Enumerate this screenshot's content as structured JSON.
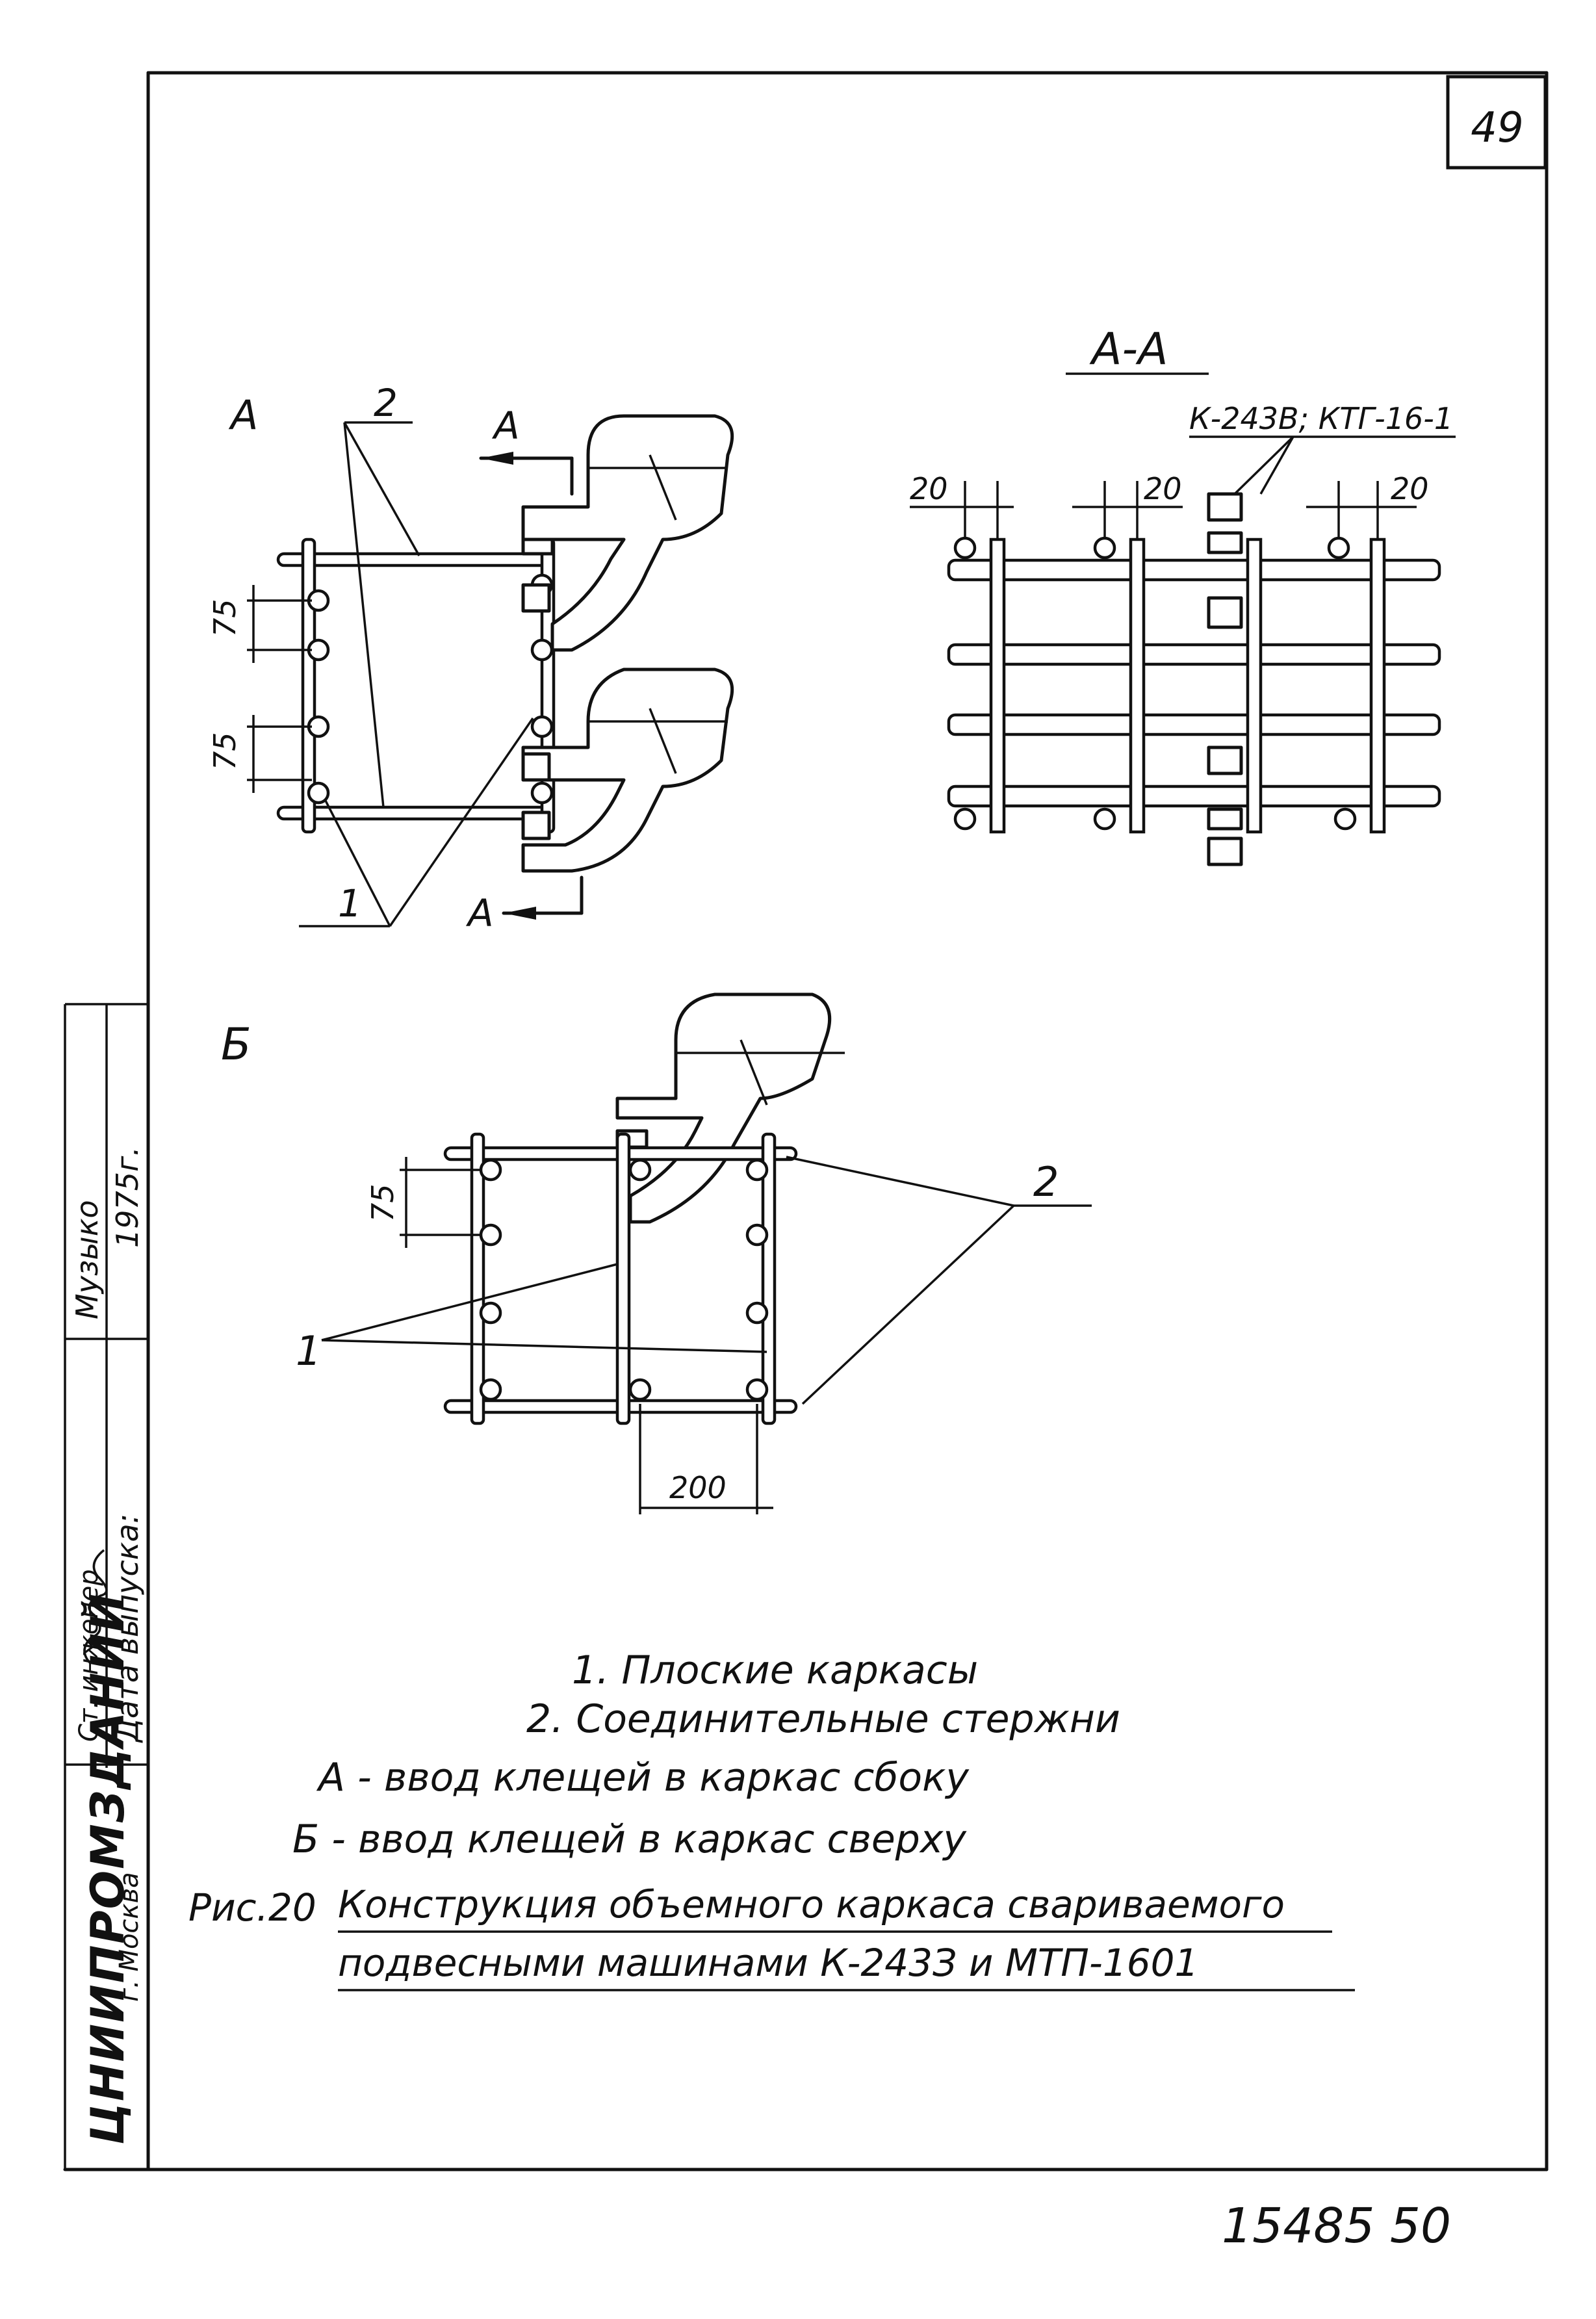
{
  "sheet": {
    "page_number": "49",
    "bottom_code": "15485  50"
  },
  "view_a": {
    "title": "А",
    "section_mark": "А",
    "section_mark_bottom": "А",
    "leader_1": "1",
    "leader_2": "2",
    "dim_1": "75",
    "dim_2": "75"
  },
  "section_aa": {
    "title": "А-А",
    "machine_label": "К-243В; КТГ-16-1",
    "dim_left": "20",
    "dim_mid": "20",
    "dim_right": "20"
  },
  "view_b": {
    "title": "Б",
    "leader_1": "1",
    "leader_2": "2",
    "dim_spacing": "75",
    "dim_width": "200"
  },
  "legend": {
    "item_1": "1. Плоские каркасы",
    "item_2": "2. Соединительные стержни",
    "note_a": "А - ввод клещей в каркас сбоку",
    "note_b": "Б - ввод клещей в каркас сверху"
  },
  "caption": {
    "figure_no": "Рис.20",
    "line_1": "Конструкция объемного каркаса свариваемого",
    "line_2": "подвесными машинами К-243З и МТП-1601"
  },
  "stamp": {
    "org": "ЦНИИПРОМЗДАНИЙ",
    "city": "г. Москва",
    "role": "Ст. инженер",
    "author": "Музыко",
    "release_label": "Дата выпуска:",
    "year": "1975г."
  }
}
